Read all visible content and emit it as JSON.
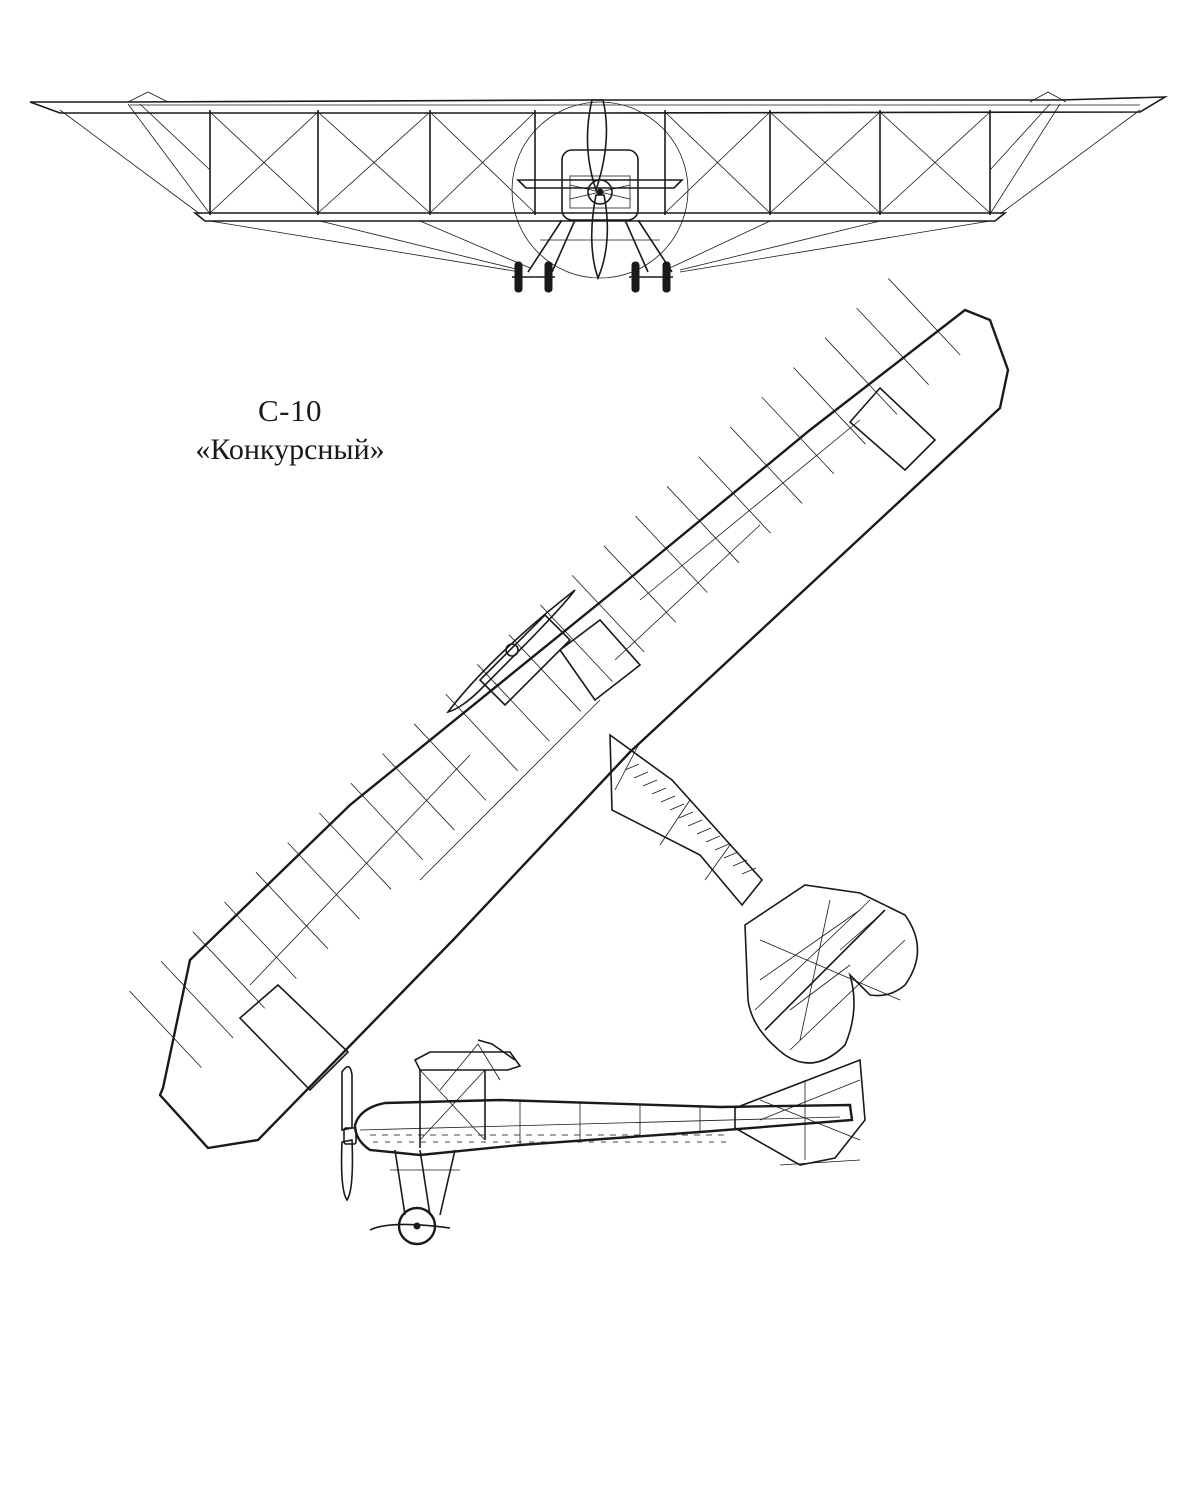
{
  "caption": {
    "designation": "С-10",
    "name": "«Конкурсный»"
  },
  "views": [
    {
      "id": "front-view",
      "kind": "front"
    },
    {
      "id": "top-view",
      "kind": "plan"
    },
    {
      "id": "side-view",
      "kind": "side"
    }
  ],
  "colors": {
    "ink": "#1a1a1a",
    "paper": "#ffffff"
  }
}
